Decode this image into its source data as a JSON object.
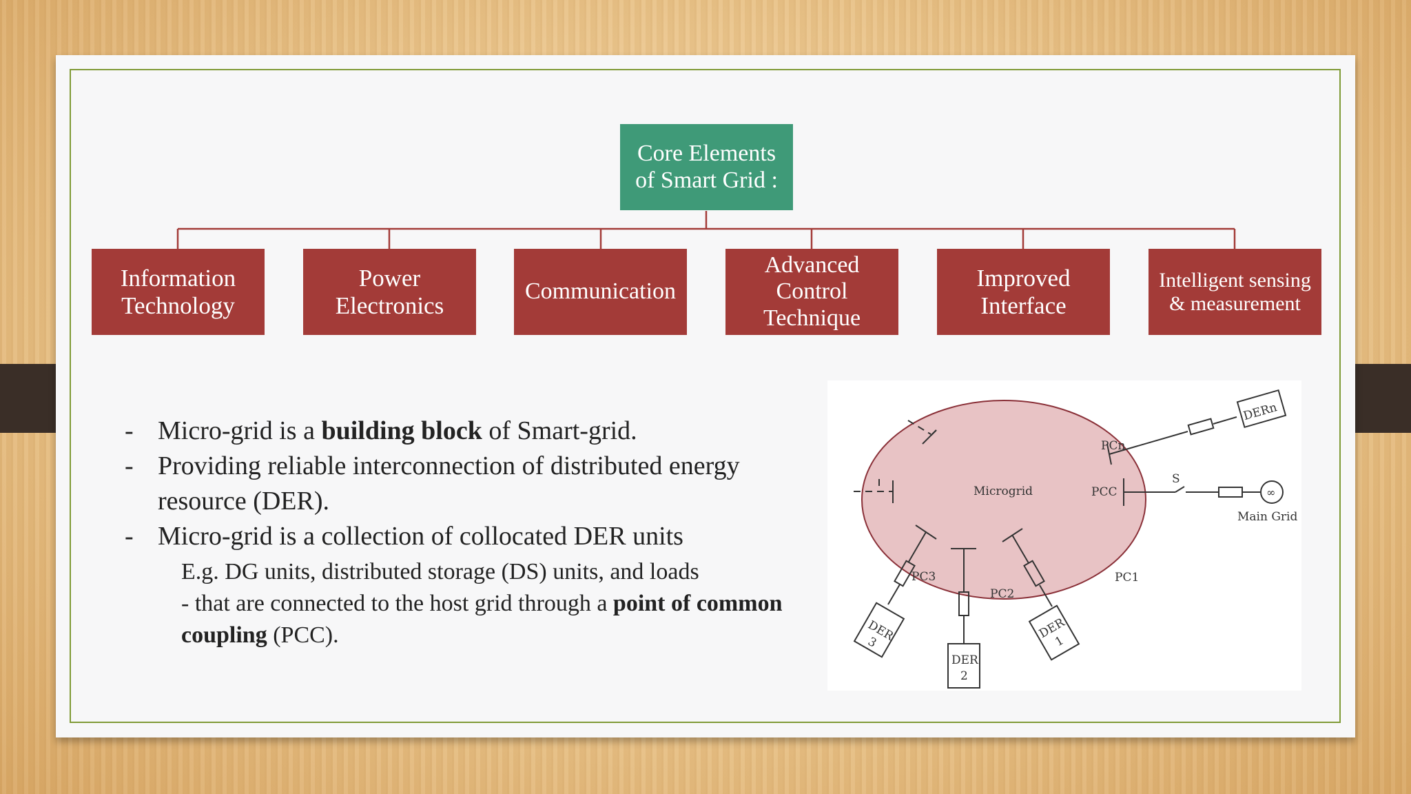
{
  "core": {
    "label": "Core Elements\nof Smart Grid :"
  },
  "elements": [
    {
      "label": "Information\nTechnology"
    },
    {
      "label": "Power\nElectronics"
    },
    {
      "label": "Communication"
    },
    {
      "label": "Advanced\nControl\nTechnique"
    },
    {
      "label": "Improved\nInterface"
    },
    {
      "label": "Intelligent sensing\n& measurement"
    }
  ],
  "bullets": [
    {
      "dash": "-",
      "pre": "Micro-grid is a ",
      "bold": "building block",
      "post": " of Smart-grid."
    },
    {
      "dash": "-",
      "pre": "Providing reliable interconnection of distributed energy resource (DER).",
      "bold": "",
      "post": ""
    },
    {
      "dash": "-",
      "pre": "Micro-grid is a collection of collocated DER units",
      "bold": "",
      "post": ""
    }
  ],
  "sub": {
    "line1": "E.g. DG units, distributed storage (DS) units, and loads",
    "line2_pre": "- that are connected to the host grid through a ",
    "line2_bold": "point of common coupling",
    "line2_post": " (PCC)."
  },
  "diagram": {
    "microgrid": "Microgrid",
    "pcn": "PCn",
    "pcc": "PCC",
    "s": "S",
    "main_grid": "Main Grid",
    "infinity": "∞",
    "pc1": "PC1",
    "pc2": "PC2",
    "pc3": "PC3",
    "dern": "DERn",
    "der1_a": "DER",
    "der1_b": "1",
    "der2_a": "DER",
    "der2_b": "2",
    "der3_a": "DER",
    "der3_b": "3"
  },
  "colors": {
    "core_box": "#3f9a78",
    "element_box": "#a33b38",
    "frame": "#7f9a35",
    "microgrid_fill": "#e8c3c5"
  }
}
